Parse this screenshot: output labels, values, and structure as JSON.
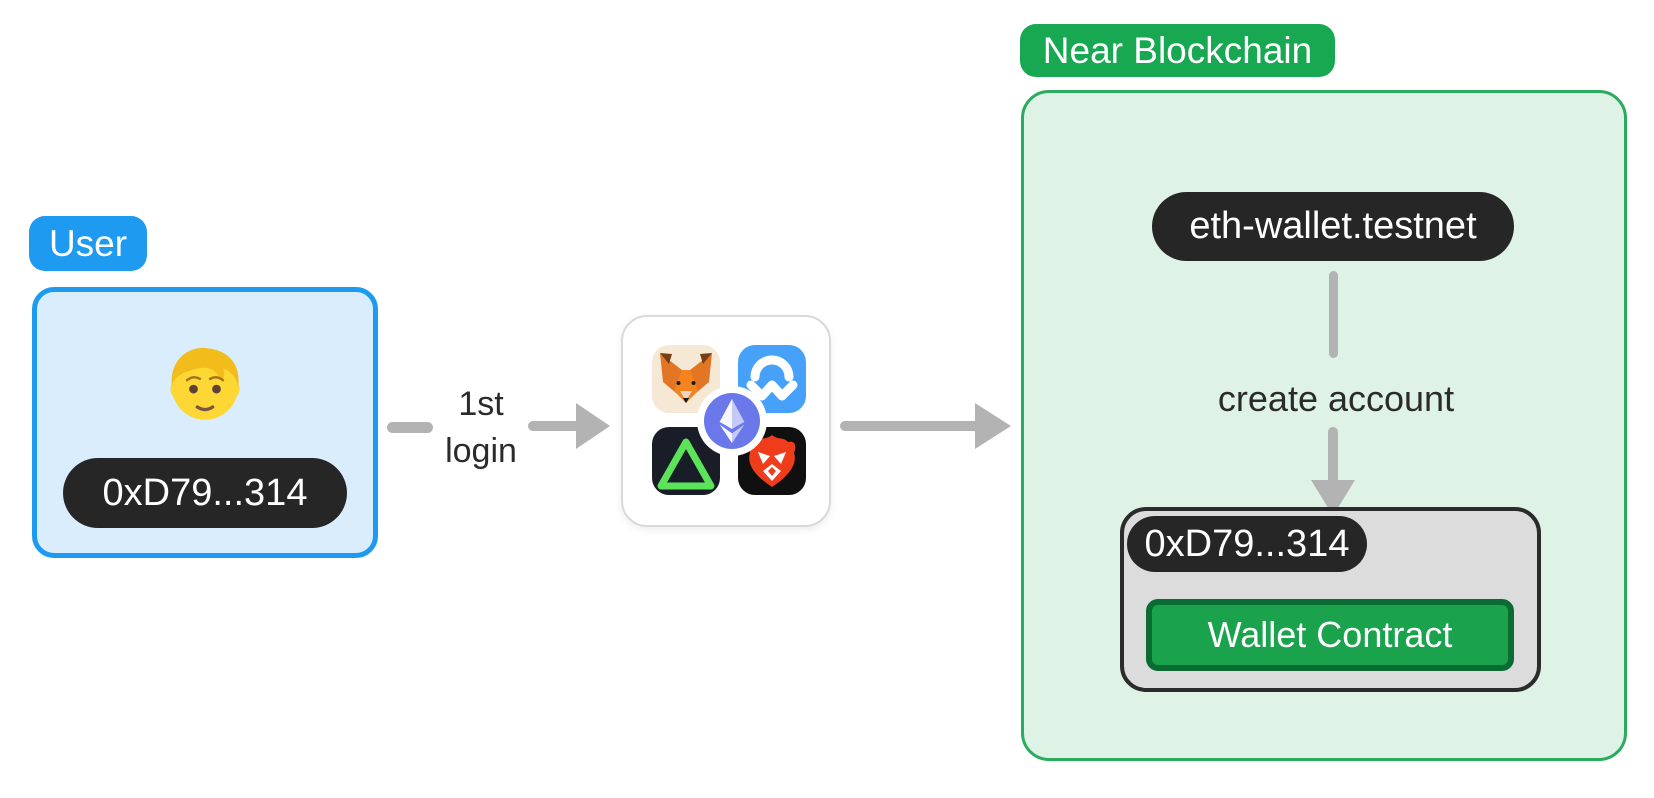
{
  "user": {
    "badge_label": "User",
    "person_emoji": "🧑",
    "address": "0xD79...314"
  },
  "flow": {
    "first_login_line1": "1st",
    "first_login_line2": "login"
  },
  "wallet_providers": {
    "icons": [
      {
        "name": "metamask-icon"
      },
      {
        "name": "walletconnect-icon"
      },
      {
        "name": "aurora-icon"
      },
      {
        "name": "brave-icon"
      },
      {
        "name": "ethereum-icon"
      }
    ]
  },
  "near": {
    "badge_label": "Near Blockchain",
    "master_account": "eth-wallet.testnet",
    "action_label": "create account",
    "account": {
      "address": "0xD79...314",
      "contract_label": "Wallet Contract"
    }
  },
  "colors": {
    "user_blue": "#1e9bf0",
    "user_fill": "#d9edfd",
    "near_green": "#17a851",
    "near_border": "#2aab5d",
    "near_fill": "#def2e6",
    "pill_black": "#262626",
    "account_gray": "#dcdcdc",
    "account_border": "#2b2b2b",
    "contract_green": "#1aa24c",
    "contract_border": "#0a6b33",
    "arrow_gray": "#b3b3b3",
    "metamask_cream": "#f5e8d5",
    "walletconnect_blue": "#47a1f8",
    "aurora_dark": "#191d28",
    "aurora_green": "#5be35a",
    "brave_black": "#101010",
    "brave_red": "#ef3c1b",
    "ethereum_purple": "#6b78ea"
  }
}
